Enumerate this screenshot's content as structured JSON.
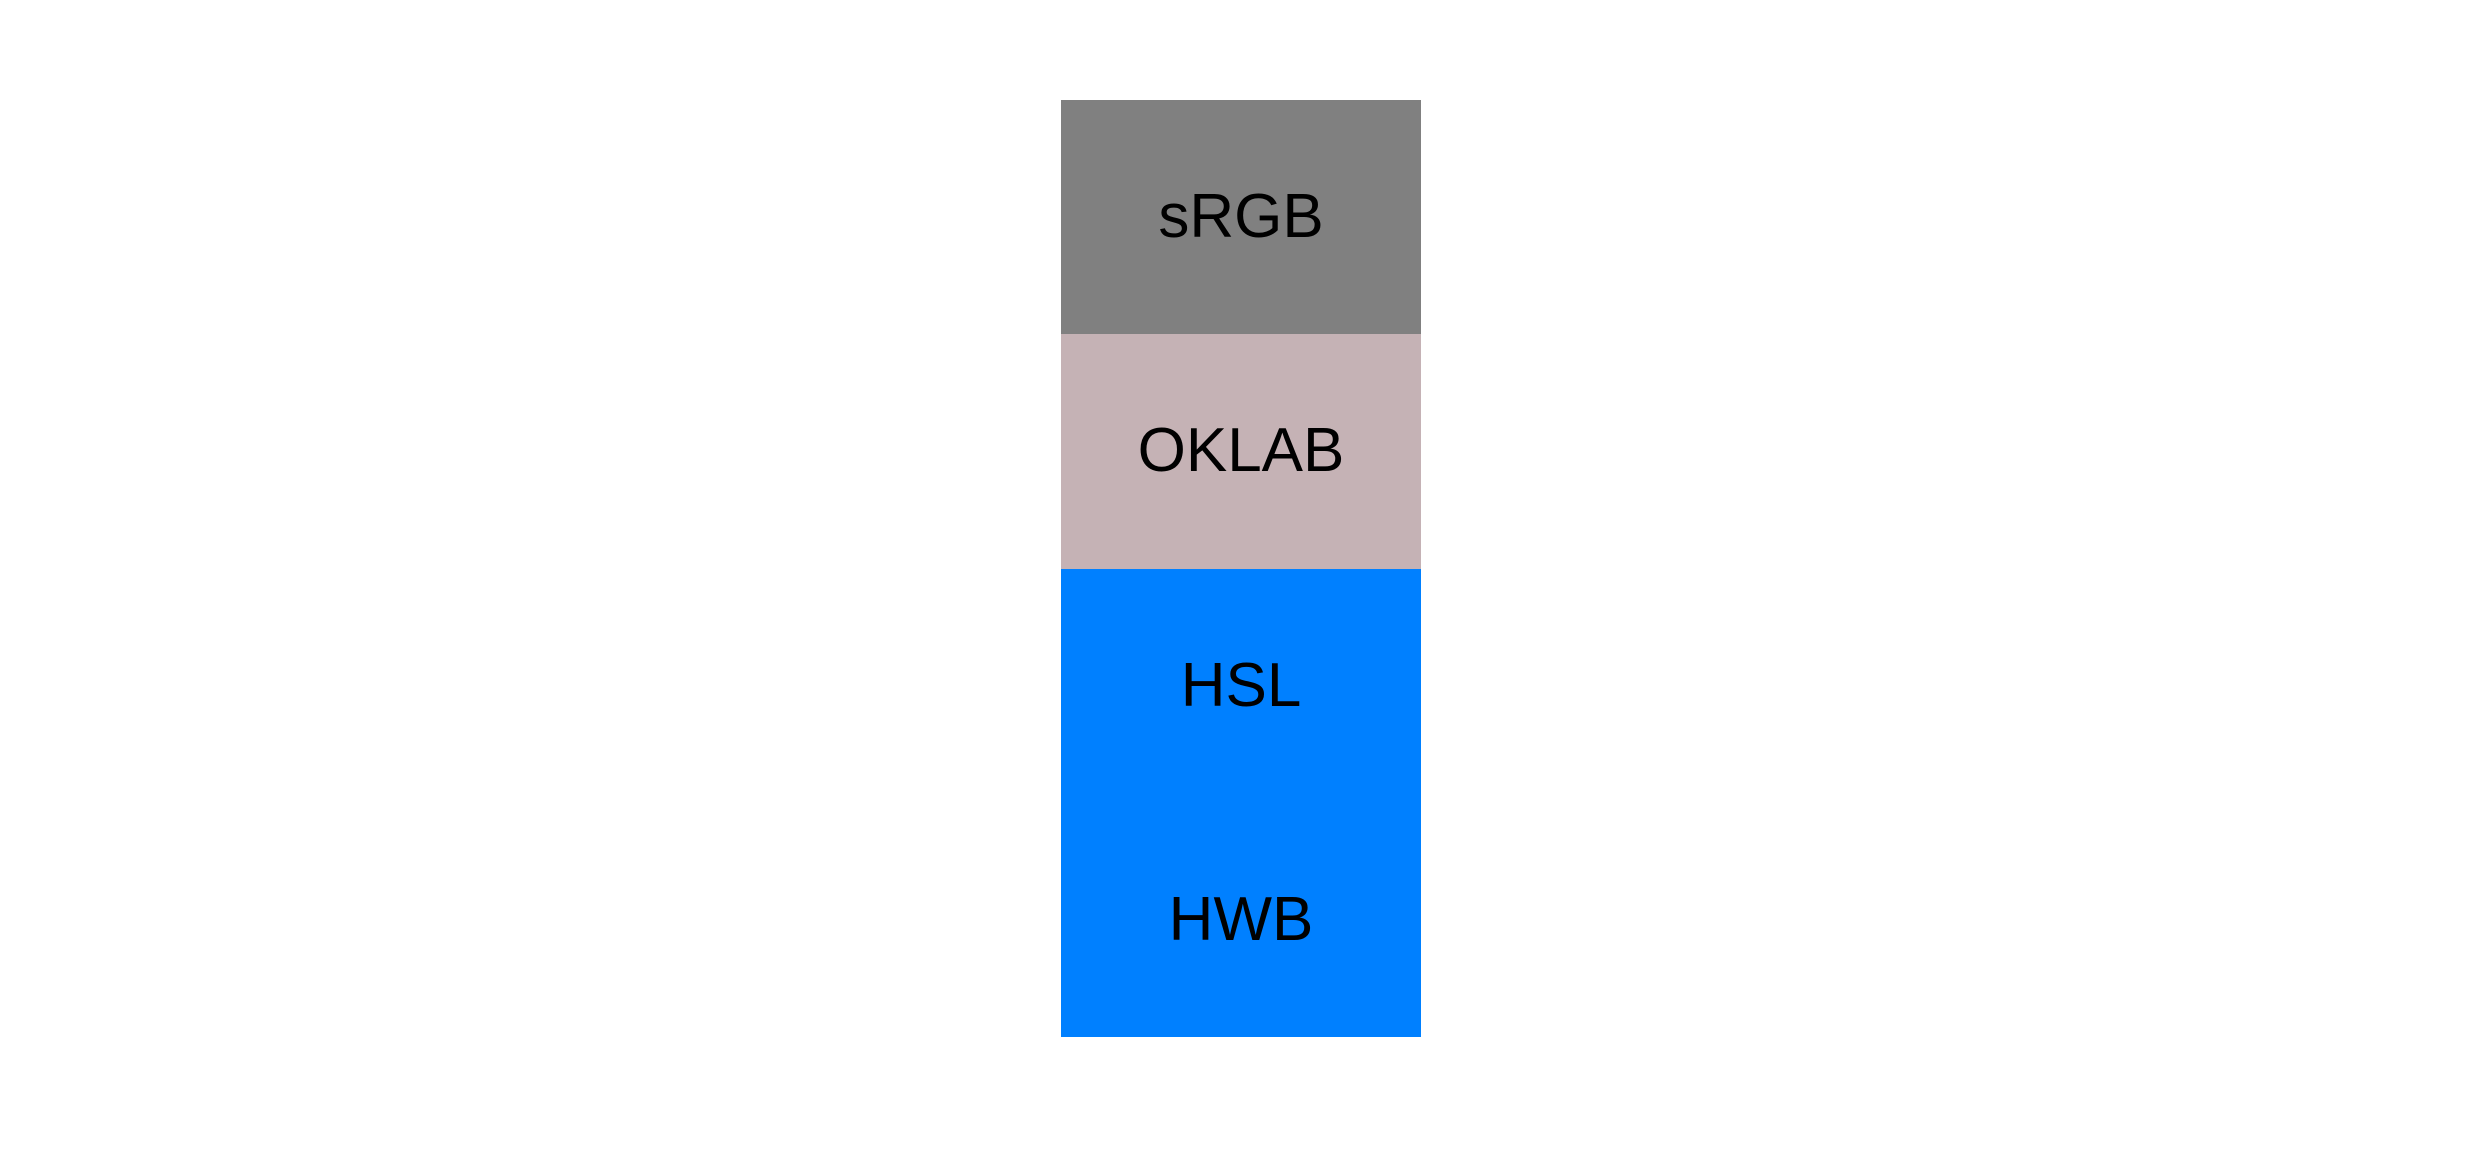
{
  "figure": {
    "background_color": "#ffffff",
    "label_text_color": "#000000",
    "blocks": [
      {
        "label": "sRGB",
        "color": "#808080"
      },
      {
        "label": "OKLAB",
        "color": "#C5B2B5"
      },
      {
        "label": "HSL",
        "color": "#0080FF"
      },
      {
        "label": "HWB",
        "color": "#0080FF"
      }
    ]
  }
}
